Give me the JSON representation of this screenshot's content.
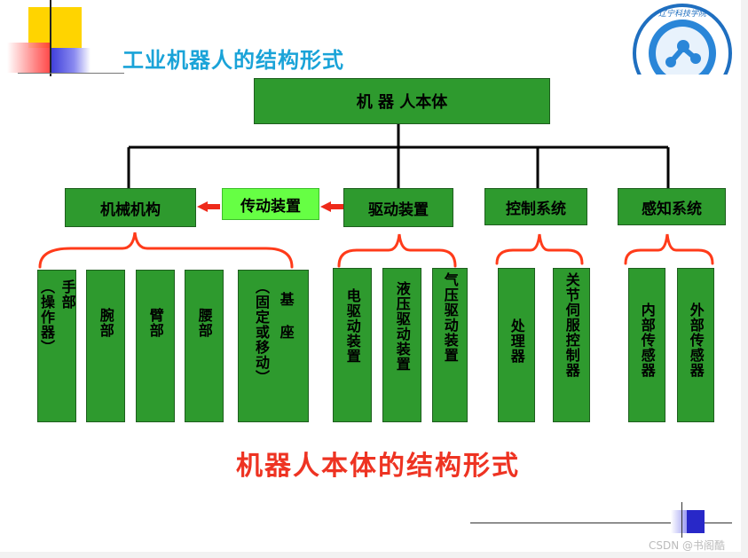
{
  "slide": {
    "title": "工业机器人的结构形式",
    "caption": "机器人本体的结构形式",
    "watermark": "CSDN @书阁酷"
  },
  "logo": {
    "text": "辽宁科技学院",
    "icon": "university-seal"
  },
  "diagram": {
    "root": "机 器 人本体",
    "categories": {
      "mechanism": "机械机构",
      "transmission": "传动装置",
      "drive": "驱动装置",
      "control": "控制系统",
      "sensing": "感知系统"
    },
    "leaves": {
      "hand": "手部",
      "hand_note": "（操作器）",
      "wrist": "腕部",
      "arm": "臂部",
      "waist": "腰部",
      "base": "基 座",
      "base_note": "（固定或移动）",
      "electric": "电驱动装置",
      "hydraulic": "液压驱动装置",
      "pneumatic": "气压驱动装置",
      "processor": "处理器",
      "servo": "关节伺服控制器",
      "internal": "内部传感器",
      "external": "外部传感器"
    },
    "colors": {
      "box": "#2e9a2e",
      "highlight": "#66ff44",
      "arrow": "#ee2a1a",
      "brace": "#ff3b1a",
      "title": "#1aa3d8"
    }
  }
}
